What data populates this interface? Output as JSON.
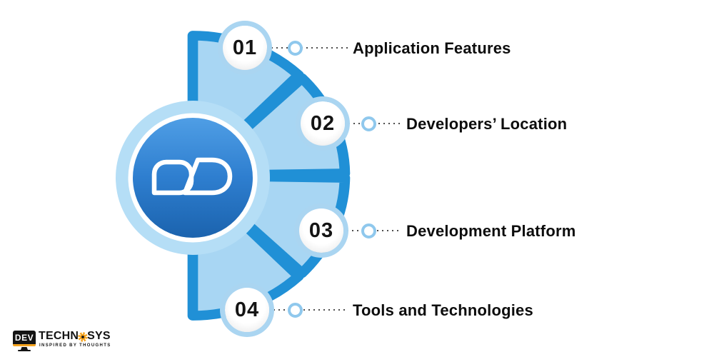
{
  "items": [
    {
      "number": "01",
      "label": "Application Features"
    },
    {
      "number": "02",
      "label": "Developers’ Location"
    },
    {
      "number": "03",
      "label": "Development Platform"
    },
    {
      "number": "04",
      "label": "Tools and Technologies"
    }
  ],
  "brand": {
    "monitor_text": "DEV",
    "name_part1": "TECHN",
    "name_part2": "SYS",
    "tagline": "INSPIRED BY THOUGHTS"
  },
  "colors": {
    "fan_border_blue": "#2090d6",
    "segment_light_blue": "#a8d6f3",
    "center_ring_blue": "#b5def6",
    "disc_gradient_top": "#4f9ee5",
    "disc_gradient_bottom": "#1b63ae",
    "number_ring_blue": "#aad5f1",
    "connector_ring_blue": "#8fc8ed",
    "dot_gray": "#4d4d4d",
    "label_text": "#0d0d0d",
    "brand_orange": "#f6a41f",
    "brand_black": "#141414"
  }
}
